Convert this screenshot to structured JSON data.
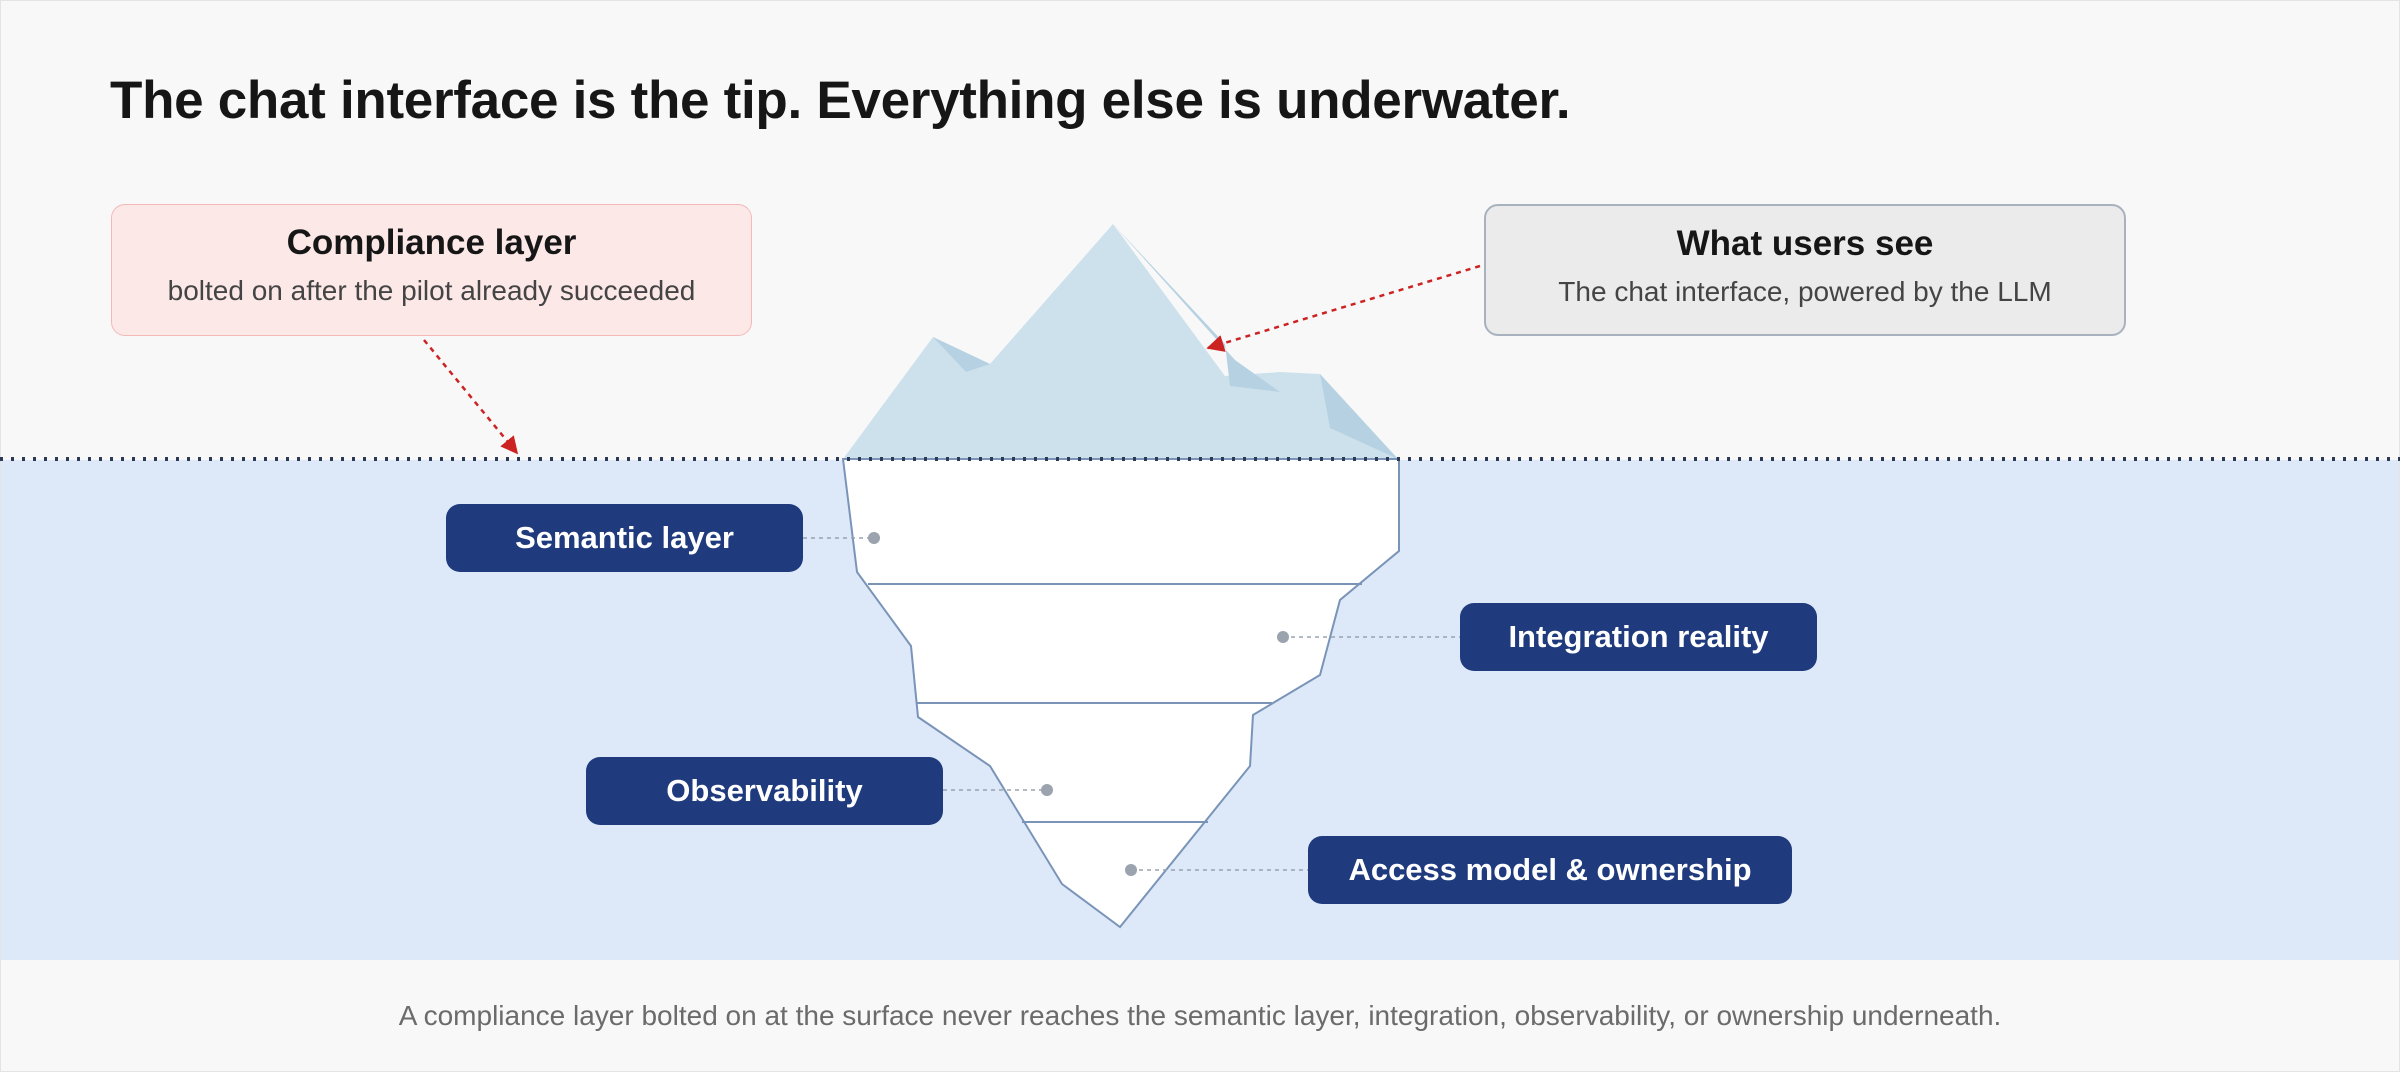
{
  "title": "The chat interface is the tip. Everything else is underwater.",
  "callouts": {
    "compliance": {
      "heading": "Compliance layer",
      "subtext": "bolted on after the pilot already succeeded"
    },
    "users": {
      "heading": "What users see",
      "subtext": "The chat interface, powered by the LLM"
    }
  },
  "layers": {
    "semantic": "Semantic layer",
    "integration": "Integration reality",
    "observability": "Observability",
    "access": "Access model & ownership"
  },
  "footer": "A compliance layer bolted on at the surface never reaches the semantic layer, integration, observability, or ownership underneath.",
  "colors": {
    "page_bg": "#f8f8f8",
    "water": "#dde9f9",
    "ice_above": "#cde1ec",
    "ice_shadow": "#b6d2e2",
    "ice_below": "#ffffff",
    "ice_stroke": "#7a94b8",
    "label_fill": "#1f3a7d",
    "waterline": "#2c3a55",
    "arrow_red": "#cc2222",
    "leader_gray": "#9aa3ae"
  }
}
